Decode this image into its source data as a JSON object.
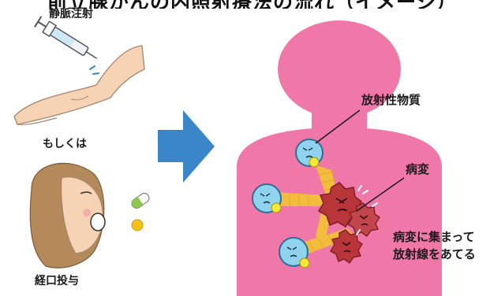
{
  "header": {
    "title": "前立腺がんの内照射療法の流れ（イメージ）"
  },
  "left_panel": {
    "injection_label": "静脈注射",
    "or_label": "もしくは",
    "oral_label": "経口投与"
  },
  "diagram": {
    "annotation_material": "放射性物質",
    "annotation_lesion": "病変",
    "annotation_action_line1": "病変に集まって",
    "annotation_action_line2": "放射線をあてる"
  },
  "colors": {
    "body_pink": "#f078a8",
    "arrow_blue": "#3a86c8",
    "particle_blue": "#8fd3ee",
    "lesion_red": "#b8353a",
    "ray_yellow": "#f3c233",
    "skin": "#f6d3b4",
    "hair": "#b58a5a"
  }
}
